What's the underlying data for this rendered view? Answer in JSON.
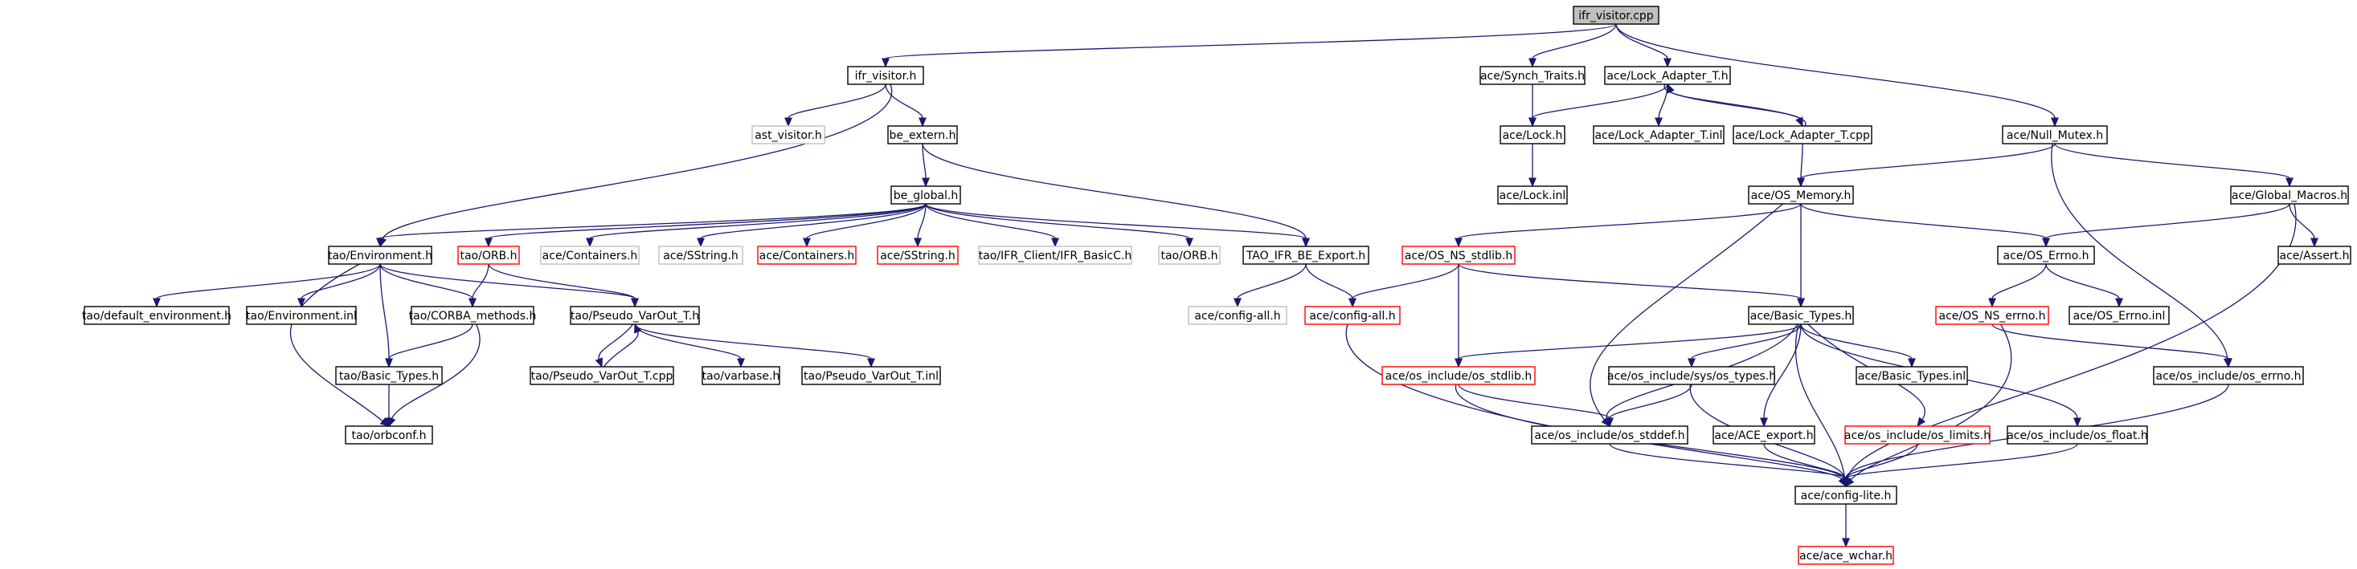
{
  "colors": {
    "normal_border": "#000000",
    "missing_border": "#bfbfbf",
    "truncated_border": "#ff0000",
    "root_fill": "#bfbfbf",
    "edge": "#191970",
    "background": "#ffffff"
  },
  "nodes": [
    {
      "id": "ifr_visitor_cpp",
      "label": "ifr_visitor.cpp",
      "kind": "root"
    },
    {
      "id": "ifr_visitor_h",
      "label": "ifr_visitor.h",
      "kind": "normal"
    },
    {
      "id": "ast_visitor_h",
      "label": "ast_visitor.h",
      "kind": "missing"
    },
    {
      "id": "be_extern_h",
      "label": "be_extern.h",
      "kind": "normal"
    },
    {
      "id": "be_global_h",
      "label": "be_global.h",
      "kind": "normal"
    },
    {
      "id": "tao_environment_h",
      "label": "tao/Environment.h",
      "kind": "normal"
    },
    {
      "id": "tao_orb_h_red",
      "label": "tao/ORB.h",
      "kind": "truncated"
    },
    {
      "id": "ace_containers_h_gray",
      "label": "ace/Containers.h",
      "kind": "missing"
    },
    {
      "id": "ace_sstring_h_gray",
      "label": "ace/SString.h",
      "kind": "missing"
    },
    {
      "id": "ace_containers_h_red",
      "label": "ace/Containers.h",
      "kind": "truncated"
    },
    {
      "id": "ace_sstring_h_red",
      "label": "ace/SString.h",
      "kind": "truncated"
    },
    {
      "id": "tao_ifr_client_h",
      "label": "tao/IFR_Client/IFR_BasicC.h",
      "kind": "missing"
    },
    {
      "id": "tao_orb_h_gray",
      "label": "tao/ORB.h",
      "kind": "missing"
    },
    {
      "id": "tao_ifr_be_export_h",
      "label": "TAO_IFR_BE_Export.h",
      "kind": "normal"
    },
    {
      "id": "tao_default_environment_h",
      "label": "tao/default_environment.h",
      "kind": "normal"
    },
    {
      "id": "tao_environment_inl",
      "label": "tao/Environment.inl",
      "kind": "normal"
    },
    {
      "id": "tao_corba_methods_h",
      "label": "tao/CORBA_methods.h",
      "kind": "normal"
    },
    {
      "id": "tao_pseudo_varout_t_h",
      "label": "tao/Pseudo_VarOut_T.h",
      "kind": "normal"
    },
    {
      "id": "tao_basic_types_h",
      "label": "tao/Basic_Types.h",
      "kind": "normal"
    },
    {
      "id": "tao_pseudo_varout_t_cpp",
      "label": "tao/Pseudo_VarOut_T.cpp",
      "kind": "normal"
    },
    {
      "id": "tao_varbase_h",
      "label": "tao/varbase.h",
      "kind": "normal"
    },
    {
      "id": "tao_pseudo_varout_t_inl",
      "label": "tao/Pseudo_VarOut_T.inl",
      "kind": "normal"
    },
    {
      "id": "tao_orbconf_h",
      "label": "tao/orbconf.h",
      "kind": "normal"
    },
    {
      "id": "ace_config_all_h_gray",
      "label": "ace/config-all.h",
      "kind": "missing"
    },
    {
      "id": "ace_config_all_h_red",
      "label": "ace/config-all.h",
      "kind": "truncated"
    },
    {
      "id": "ace_synch_traits_h",
      "label": "ace/Synch_Traits.h",
      "kind": "normal"
    },
    {
      "id": "ace_lock_adapter_t_h",
      "label": "ace/Lock_Adapter_T.h",
      "kind": "normal"
    },
    {
      "id": "ace_null_mutex_h",
      "label": "ace/Null_Mutex.h",
      "kind": "normal"
    },
    {
      "id": "ace_lock_h",
      "label": "ace/Lock.h",
      "kind": "normal"
    },
    {
      "id": "ace_lock_adapter_t_inl",
      "label": "ace/Lock_Adapter_T.inl",
      "kind": "normal"
    },
    {
      "id": "ace_lock_adapter_t_cpp",
      "label": "ace/Lock_Adapter_T.cpp",
      "kind": "normal"
    },
    {
      "id": "ace_lock_inl",
      "label": "ace/Lock.inl",
      "kind": "normal"
    },
    {
      "id": "ace_os_memory_h",
      "label": "ace/OS_Memory.h",
      "kind": "normal"
    },
    {
      "id": "ace_global_macros_h",
      "label": "ace/Global_Macros.h",
      "kind": "normal"
    },
    {
      "id": "ace_os_ns_stdlib_h",
      "label": "ace/OS_NS_stdlib.h",
      "kind": "truncated"
    },
    {
      "id": "ace_os_errno_h",
      "label": "ace/OS_Errno.h",
      "kind": "normal"
    },
    {
      "id": "ace_assert_h",
      "label": "ace/Assert.h",
      "kind": "normal"
    },
    {
      "id": "ace_basic_types_h",
      "label": "ace/Basic_Types.h",
      "kind": "normal"
    },
    {
      "id": "ace_os_ns_errno_h",
      "label": "ace/OS_NS_errno.h",
      "kind": "truncated"
    },
    {
      "id": "ace_os_errno_inl",
      "label": "ace/OS_Errno.inl",
      "kind": "normal"
    },
    {
      "id": "ace_os_include_os_stdlib_h",
      "label": "ace/os_include/os_stdlib.h",
      "kind": "truncated"
    },
    {
      "id": "ace_os_include_sys_os_types_h",
      "label": "ace/os_include/sys/os_types.h",
      "kind": "normal"
    },
    {
      "id": "ace_basic_types_inl",
      "label": "ace/Basic_Types.inl",
      "kind": "normal"
    },
    {
      "id": "ace_os_include_os_errno_h",
      "label": "ace/os_include/os_errno.h",
      "kind": "normal"
    },
    {
      "id": "ace_os_include_os_stddef_h",
      "label": "ace/os_include/os_stddef.h",
      "kind": "normal"
    },
    {
      "id": "ace_ace_export_h",
      "label": "ace/ACE_export.h",
      "kind": "normal"
    },
    {
      "id": "ace_os_include_os_limits_h",
      "label": "ace/os_include/os_limits.h",
      "kind": "truncated"
    },
    {
      "id": "ace_os_include_os_float_h",
      "label": "ace/os_include/os_float.h",
      "kind": "normal"
    },
    {
      "id": "ace_config_lite_h",
      "label": "ace/config-lite.h",
      "kind": "normal"
    },
    {
      "id": "ace_ace_wchar_h",
      "label": "ace/ace_wchar.h",
      "kind": "truncated"
    }
  ],
  "edges": [
    [
      "ifr_visitor_cpp",
      "ifr_visitor_h"
    ],
    [
      "ifr_visitor_cpp",
      "ace_synch_traits_h"
    ],
    [
      "ifr_visitor_cpp",
      "ace_lock_adapter_t_h"
    ],
    [
      "ifr_visitor_cpp",
      "ace_null_mutex_h"
    ],
    [
      "ifr_visitor_h",
      "ast_visitor_h"
    ],
    [
      "ifr_visitor_h",
      "be_extern_h"
    ],
    [
      "ifr_visitor_h",
      "tao_environment_h"
    ],
    [
      "be_extern_h",
      "be_global_h"
    ],
    [
      "be_extern_h",
      "tao_ifr_be_export_h"
    ],
    [
      "be_global_h",
      "tao_environment_h"
    ],
    [
      "be_global_h",
      "tao_orb_h_red"
    ],
    [
      "be_global_h",
      "ace_containers_h_gray"
    ],
    [
      "be_global_h",
      "ace_sstring_h_gray"
    ],
    [
      "be_global_h",
      "ace_containers_h_red"
    ],
    [
      "be_global_h",
      "ace_sstring_h_red"
    ],
    [
      "be_global_h",
      "tao_ifr_client_h"
    ],
    [
      "be_global_h",
      "tao_orb_h_gray"
    ],
    [
      "be_global_h",
      "tao_ifr_be_export_h"
    ],
    [
      "tao_environment_h",
      "tao_default_environment_h"
    ],
    [
      "tao_environment_h",
      "tao_environment_inl"
    ],
    [
      "tao_environment_h",
      "tao_corba_methods_h"
    ],
    [
      "tao_environment_h",
      "tao_pseudo_varout_t_h"
    ],
    [
      "tao_environment_h",
      "tao_basic_types_h"
    ],
    [
      "tao_environment_h",
      "tao_orbconf_h"
    ],
    [
      "tao_orb_h_red",
      "tao_corba_methods_h"
    ],
    [
      "tao_orb_h_red",
      "tao_pseudo_varout_t_h"
    ],
    [
      "tao_corba_methods_h",
      "tao_basic_types_h"
    ],
    [
      "tao_corba_methods_h",
      "tao_orbconf_h"
    ],
    [
      "tao_pseudo_varout_t_h",
      "tao_pseudo_varout_t_cpp"
    ],
    [
      "tao_pseudo_varout_t_h",
      "tao_varbase_h"
    ],
    [
      "tao_pseudo_varout_t_h",
      "tao_pseudo_varout_t_inl"
    ],
    [
      "tao_pseudo_varout_t_cpp",
      "tao_pseudo_varout_t_h"
    ],
    [
      "tao_basic_types_h",
      "tao_orbconf_h"
    ],
    [
      "tao_ifr_be_export_h",
      "ace_config_all_h_gray"
    ],
    [
      "tao_ifr_be_export_h",
      "ace_config_all_h_red"
    ],
    [
      "ace_config_all_h_red",
      "ace_config_lite_h"
    ],
    [
      "ace_synch_traits_h",
      "ace_lock_h"
    ],
    [
      "ace_lock_adapter_t_h",
      "ace_lock_h"
    ],
    [
      "ace_lock_adapter_t_h",
      "ace_lock_adapter_t_inl"
    ],
    [
      "ace_lock_adapter_t_h",
      "ace_lock_adapter_t_cpp"
    ],
    [
      "ace_lock_adapter_t_cpp",
      "ace_lock_adapter_t_h"
    ],
    [
      "ace_lock_adapter_t_cpp",
      "ace_os_memory_h"
    ],
    [
      "ace_lock_h",
      "ace_lock_inl"
    ],
    [
      "ace_null_mutex_h",
      "ace_os_memory_h"
    ],
    [
      "ace_null_mutex_h",
      "ace_global_macros_h"
    ],
    [
      "ace_null_mutex_h",
      "ace_os_include_os_errno_h"
    ],
    [
      "ace_os_memory_h",
      "ace_os_ns_stdlib_h"
    ],
    [
      "ace_os_memory_h",
      "ace_basic_types_h"
    ],
    [
      "ace_os_memory_h",
      "ace_os_errno_h"
    ],
    [
      "ace_os_memory_h",
      "ace_os_include_os_stddef_h"
    ],
    [
      "ace_global_macros_h",
      "ace_os_errno_h"
    ],
    [
      "ace_global_macros_h",
      "ace_assert_h"
    ],
    [
      "ace_global_macros_h",
      "ace_config_lite_h"
    ],
    [
      "ace_os_ns_stdlib_h",
      "ace_config_all_h_red"
    ],
    [
      "ace_os_ns_stdlib_h",
      "ace_basic_types_h"
    ],
    [
      "ace_os_ns_stdlib_h",
      "ace_os_include_os_stdlib_h"
    ],
    [
      "ace_os_errno_h",
      "ace_os_ns_errno_h"
    ],
    [
      "ace_os_errno_h",
      "ace_os_errno_inl"
    ],
    [
      "ace_os_ns_errno_h",
      "ace_os_include_os_errno_h"
    ],
    [
      "ace_os_ns_errno_h",
      "ace_config_lite_h"
    ],
    [
      "ace_basic_types_h",
      "ace_os_include_os_stdlib_h"
    ],
    [
      "ace_basic_types_h",
      "ace_os_include_sys_os_types_h"
    ],
    [
      "ace_basic_types_h",
      "ace_basic_types_inl"
    ],
    [
      "ace_basic_types_h",
      "ace_os_include_os_stddef_h"
    ],
    [
      "ace_basic_types_h",
      "ace_ace_export_h"
    ],
    [
      "ace_basic_types_h",
      "ace_os_include_os_limits_h"
    ],
    [
      "ace_basic_types_h",
      "ace_os_include_os_float_h"
    ],
    [
      "ace_basic_types_h",
      "ace_config_lite_h"
    ],
    [
      "ace_os_include_os_stdlib_h",
      "ace_os_include_os_stddef_h"
    ],
    [
      "ace_os_include_os_stdlib_h",
      "ace_config_lite_h"
    ],
    [
      "ace_os_include_sys_os_types_h",
      "ace_os_include_os_stddef_h"
    ],
    [
      "ace_os_include_sys_os_types_h",
      "ace_config_lite_h"
    ],
    [
      "ace_os_include_os_errno_h",
      "ace_config_lite_h"
    ],
    [
      "ace_os_include_os_stddef_h",
      "ace_config_lite_h"
    ],
    [
      "ace_ace_export_h",
      "ace_config_lite_h"
    ],
    [
      "ace_os_include_os_limits_h",
      "ace_config_lite_h"
    ],
    [
      "ace_os_include_os_float_h",
      "ace_config_lite_h"
    ],
    [
      "ace_config_lite_h",
      "ace_ace_wchar_h"
    ]
  ]
}
